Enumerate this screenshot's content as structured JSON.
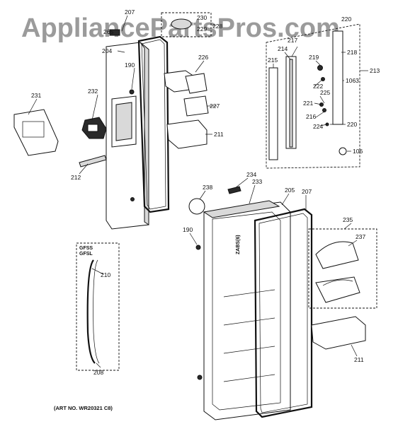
{
  "watermark": "AppliancePartsPros.com",
  "art_number": "(ART NO. WR20321 C8)",
  "callouts": {
    "c207a": "207",
    "c230": "230",
    "c229": "229",
    "c228": "228",
    "c265": "265",
    "c204": "204",
    "c226": "226",
    "c190a": "190",
    "c231": "231",
    "c232": "232",
    "c227": "227",
    "c211a": "211",
    "c212": "212",
    "c220a": "220",
    "c217": "217",
    "c214": "214",
    "c215": "215",
    "c218": "218",
    "c219": "219",
    "c213": "213",
    "c222": "222",
    "c1063": "1063",
    "c225": "225",
    "c221": "221",
    "c216": "216",
    "c224": "224",
    "c220b": "220",
    "c106": "106",
    "c234": "234",
    "c233": "233",
    "c205": "205",
    "c207b": "207",
    "c238": "238",
    "c190b": "190",
    "c210": "210",
    "c208": "208",
    "c235": "235",
    "c237": "237",
    "c211b": "211"
  },
  "handle_labels": {
    "line1": "GFSS",
    "line2": "GFSL"
  },
  "door_stamp": "ZABS(6)"
}
